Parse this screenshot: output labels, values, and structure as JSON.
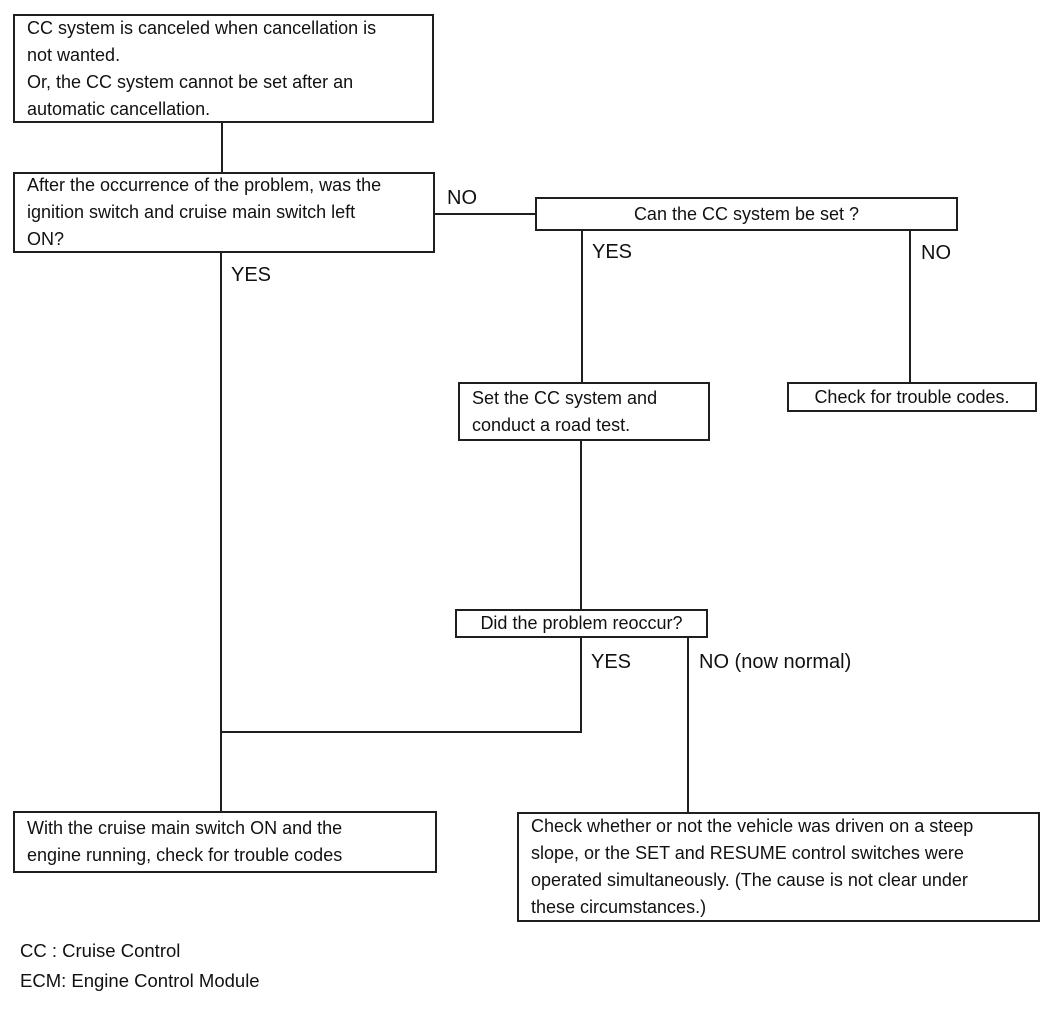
{
  "flowchart": {
    "nodes": {
      "start": "CC system is canceled when cancellation is\nnot wanted.\nOr, the CC system cannot be set after an\nautomatic cancellation.",
      "q_ignition": "After the occurrence of the problem, was the\nignition switch and cruise main switch left\nON?",
      "q_can_set": "Can the CC system be set ?",
      "set_road_test": "Set the CC system and\nconduct a road test.",
      "check_trouble_codes": "Check for trouble codes.",
      "q_reoccur": "Did the problem reoccur?",
      "check_codes_engine_running": "With the cruise main switch ON and the\nengine running, check for trouble codes",
      "check_steep_slope": "Check whether or not the vehicle was driven on a steep\nslope, or the SET and RESUME control switches were\noperated simultaneously. (The cause is not clear under\nthese circumstances.)"
    },
    "branch_labels": {
      "q_ignition_no": "NO",
      "q_ignition_yes": "YES",
      "q_can_set_yes": "YES",
      "q_can_set_no": "NO",
      "q_reoccur_yes": "YES",
      "q_reoccur_no": "NO (now normal)"
    },
    "legend": {
      "cc": "CC : Cruise Control",
      "ecm": "ECM: Engine Control Module"
    },
    "colors": {
      "line": "#1f1f1f",
      "text": "#111111",
      "background": "#ffffff"
    }
  }
}
